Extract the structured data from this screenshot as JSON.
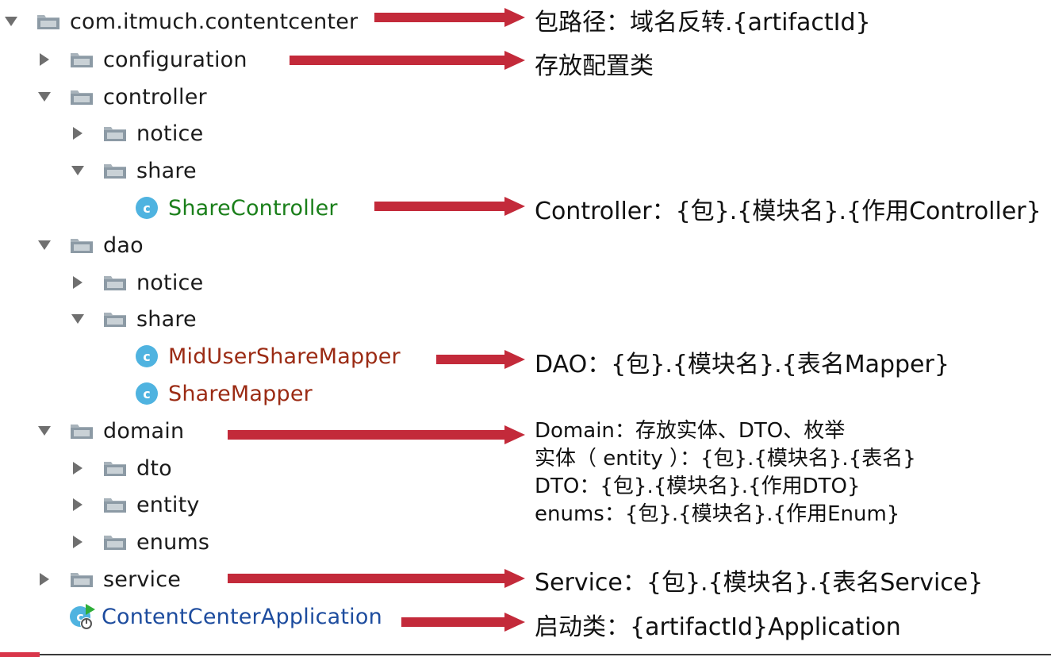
{
  "tree": {
    "root": "com.itmuch.contentcenter",
    "configuration": "configuration",
    "controller": "controller",
    "controller_notice": "notice",
    "controller_share": "share",
    "share_controller": "ShareController",
    "dao": "dao",
    "dao_notice": "notice",
    "dao_share": "share",
    "mid_user_share_mapper": "MidUserShareMapper",
    "share_mapper": "ShareMapper",
    "domain": "domain",
    "dto": "dto",
    "entity": "entity",
    "enums": "enums",
    "service": "service",
    "application": "ContentCenterApplication"
  },
  "notes": {
    "package_path": "包路径：域名反转.{artifactId}",
    "configuration": "存放配置类",
    "controller": "Controller：{包}.{模块名}.{作用Controller}",
    "dao": "DAO：{包}.{模块名}.{表名Mapper}",
    "domain_lines": [
      "Domain：存放实体、DTO、枚举",
      "实体（ entity ）：{包}.{模块名}.{表名}",
      "DTO：{包}.{模块名}.{作用DTO}",
      "enums：{包}.{模块名}.{作用Enum}"
    ],
    "service": "Service：{包}.{模块名}.{表名Service}",
    "application": "启动类：{artifactId}Application"
  },
  "icons": {
    "folder": "folder-icon",
    "class": "class-icon",
    "app": "spring-boot-app-icon",
    "expanded": "chevron-down-icon",
    "collapsed": "chevron-right-icon"
  },
  "colors": {
    "arrow": "#c32a3a",
    "controller_text": "#1a7f1a",
    "mapper_text": "#9b2b14",
    "app_text": "#1d4c9e",
    "class_icon": "#4fb3e0",
    "folder": "#8c9aa5"
  }
}
